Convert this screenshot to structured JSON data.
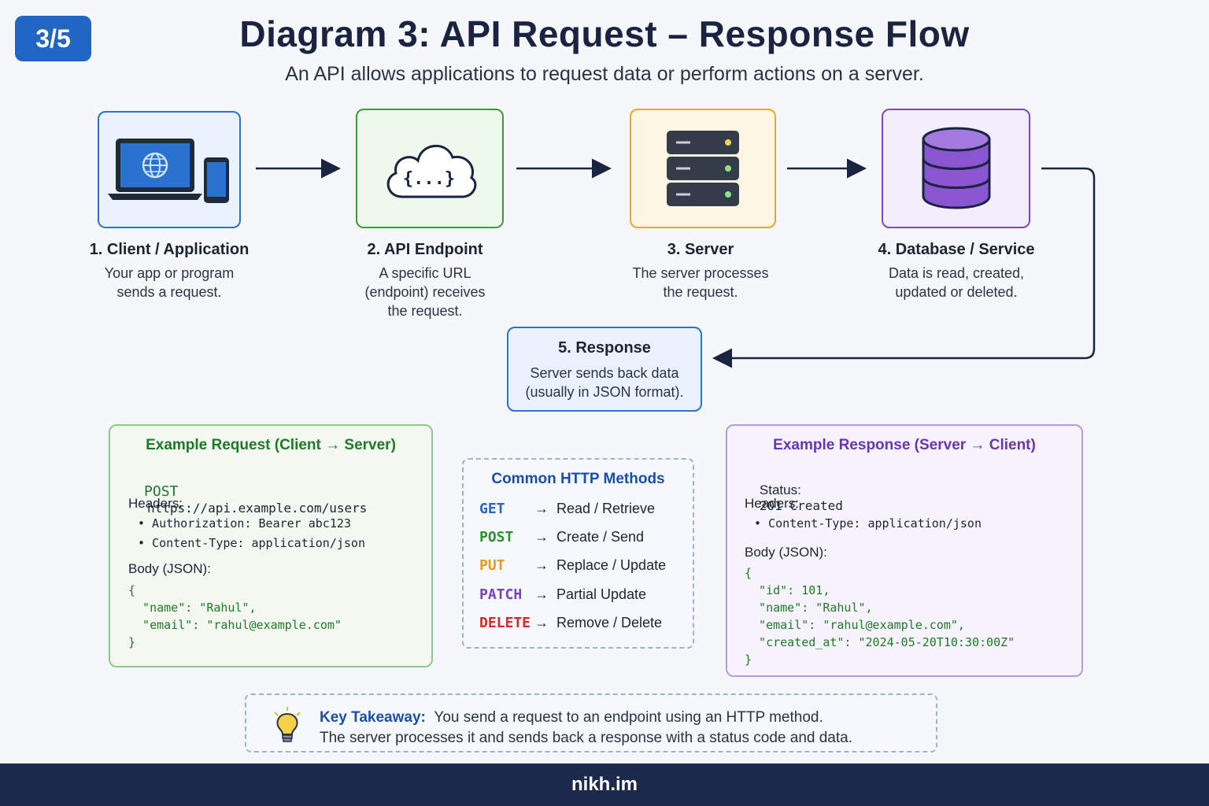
{
  "badge": "3/5",
  "title": "Diagram 3: API Request – Response Flow",
  "subtitle": "An API allows applications to request data or perform actions on a server.",
  "steps": [
    {
      "title": "1. Client / Application",
      "line1": "Your app or program",
      "line2": "sends a request.",
      "line3": ""
    },
    {
      "title": "2. API Endpoint",
      "line1": "A specific URL",
      "line2": "(endpoint) receives",
      "line3": "the request."
    },
    {
      "title": "3. Server",
      "line1": "The server processes",
      "line2": "the request.",
      "line3": ""
    },
    {
      "title": "4. Database / Service",
      "line1": "Data is read, created,",
      "line2": "updated or deleted.",
      "line3": ""
    }
  ],
  "api_icon_text": "{...}",
  "response": {
    "title": "5. Response",
    "line1": "Server sends back data",
    "line2": "(usually in JSON format)."
  },
  "request_example": {
    "title": "Example Request (Client → Server)",
    "method": "POST",
    "url": "https://api.example.com/users",
    "headers_label": "Headers:",
    "headers": [
      "• Authorization: Bearer abc123",
      "• Content-Type: application/json"
    ],
    "body_label": "Body (JSON):",
    "body_lines": [
      "{",
      "  \"name\": \"Rahul\",",
      "  \"email\": \"rahul@example.com\"",
      "}"
    ]
  },
  "methods": {
    "title": "Common HTTP Methods",
    "arrow": "→",
    "items": [
      {
        "name": "GET",
        "desc": "Read / Retrieve",
        "color": "#2166c4"
      },
      {
        "name": "POST",
        "desc": "Create / Send",
        "color": "#2f8f2f"
      },
      {
        "name": "PUT",
        "desc": "Replace / Update",
        "color": "#e89a1c"
      },
      {
        "name": "PATCH",
        "desc": "Partial Update",
        "color": "#7a3fc0"
      },
      {
        "name": "DELETE",
        "desc": "Remove / Delete",
        "color": "#d42a2a"
      }
    ]
  },
  "response_example": {
    "title": "Example Response (Server → Client)",
    "status_label": "Status:",
    "status_value": "201 Created",
    "headers_label": "Headers:",
    "headers": [
      "• Content-Type: application/json"
    ],
    "body_label": "Body (JSON):",
    "body_lines": [
      "{",
      "  \"id\": 101,",
      "  \"name\": \"Rahul\",",
      "  \"email\": \"rahul@example.com\",",
      "  \"created_at\": \"2024-05-20T10:30:00Z\"",
      "}"
    ]
  },
  "takeaway": {
    "label": "Key Takeaway:",
    "line1": "You send a request to an endpoint using an HTTP method.",
    "line2": "The server processes it and sends back a response with a status code and data."
  },
  "footer": "nikh.im",
  "colors": {
    "client": "#2a72cf",
    "api": "#3d9a3a",
    "server": "#e8a92c",
    "database": "#7c46c4",
    "footer_bg": "#1b2a4c"
  }
}
